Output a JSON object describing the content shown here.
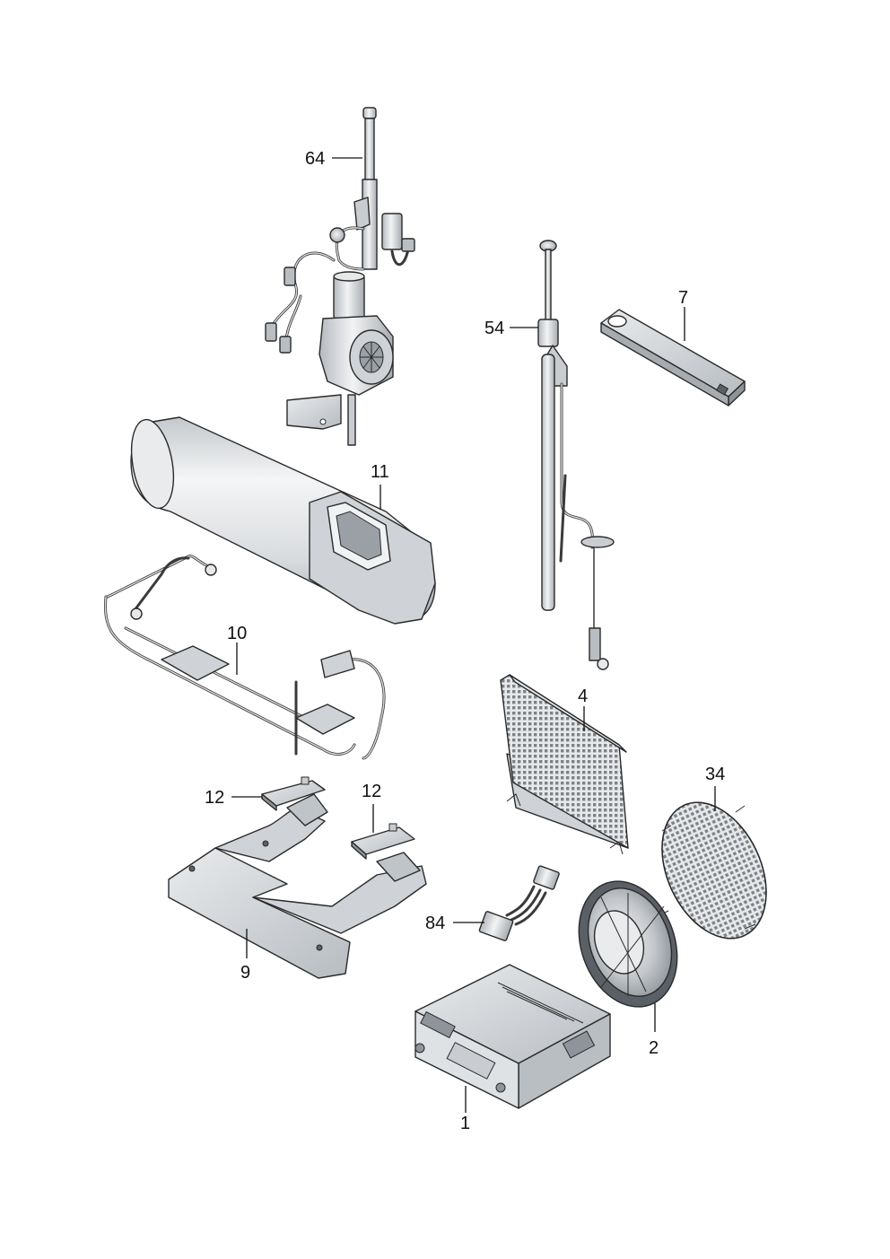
{
  "diagram": {
    "callouts": {
      "p64": "64",
      "p54": "54",
      "p7": "7",
      "p11": "11",
      "p10": "10",
      "p4": "4",
      "p34": "34",
      "p12a": "12",
      "p12b": "12",
      "p84": "84",
      "p9": "9",
      "p2": "2",
      "p1": "1"
    },
    "colors": {
      "part_fill": "#dfe2e5",
      "part_shade": "#b9bec3",
      "part_dark": "#8e949a",
      "line": "#2a2a2a"
    }
  }
}
